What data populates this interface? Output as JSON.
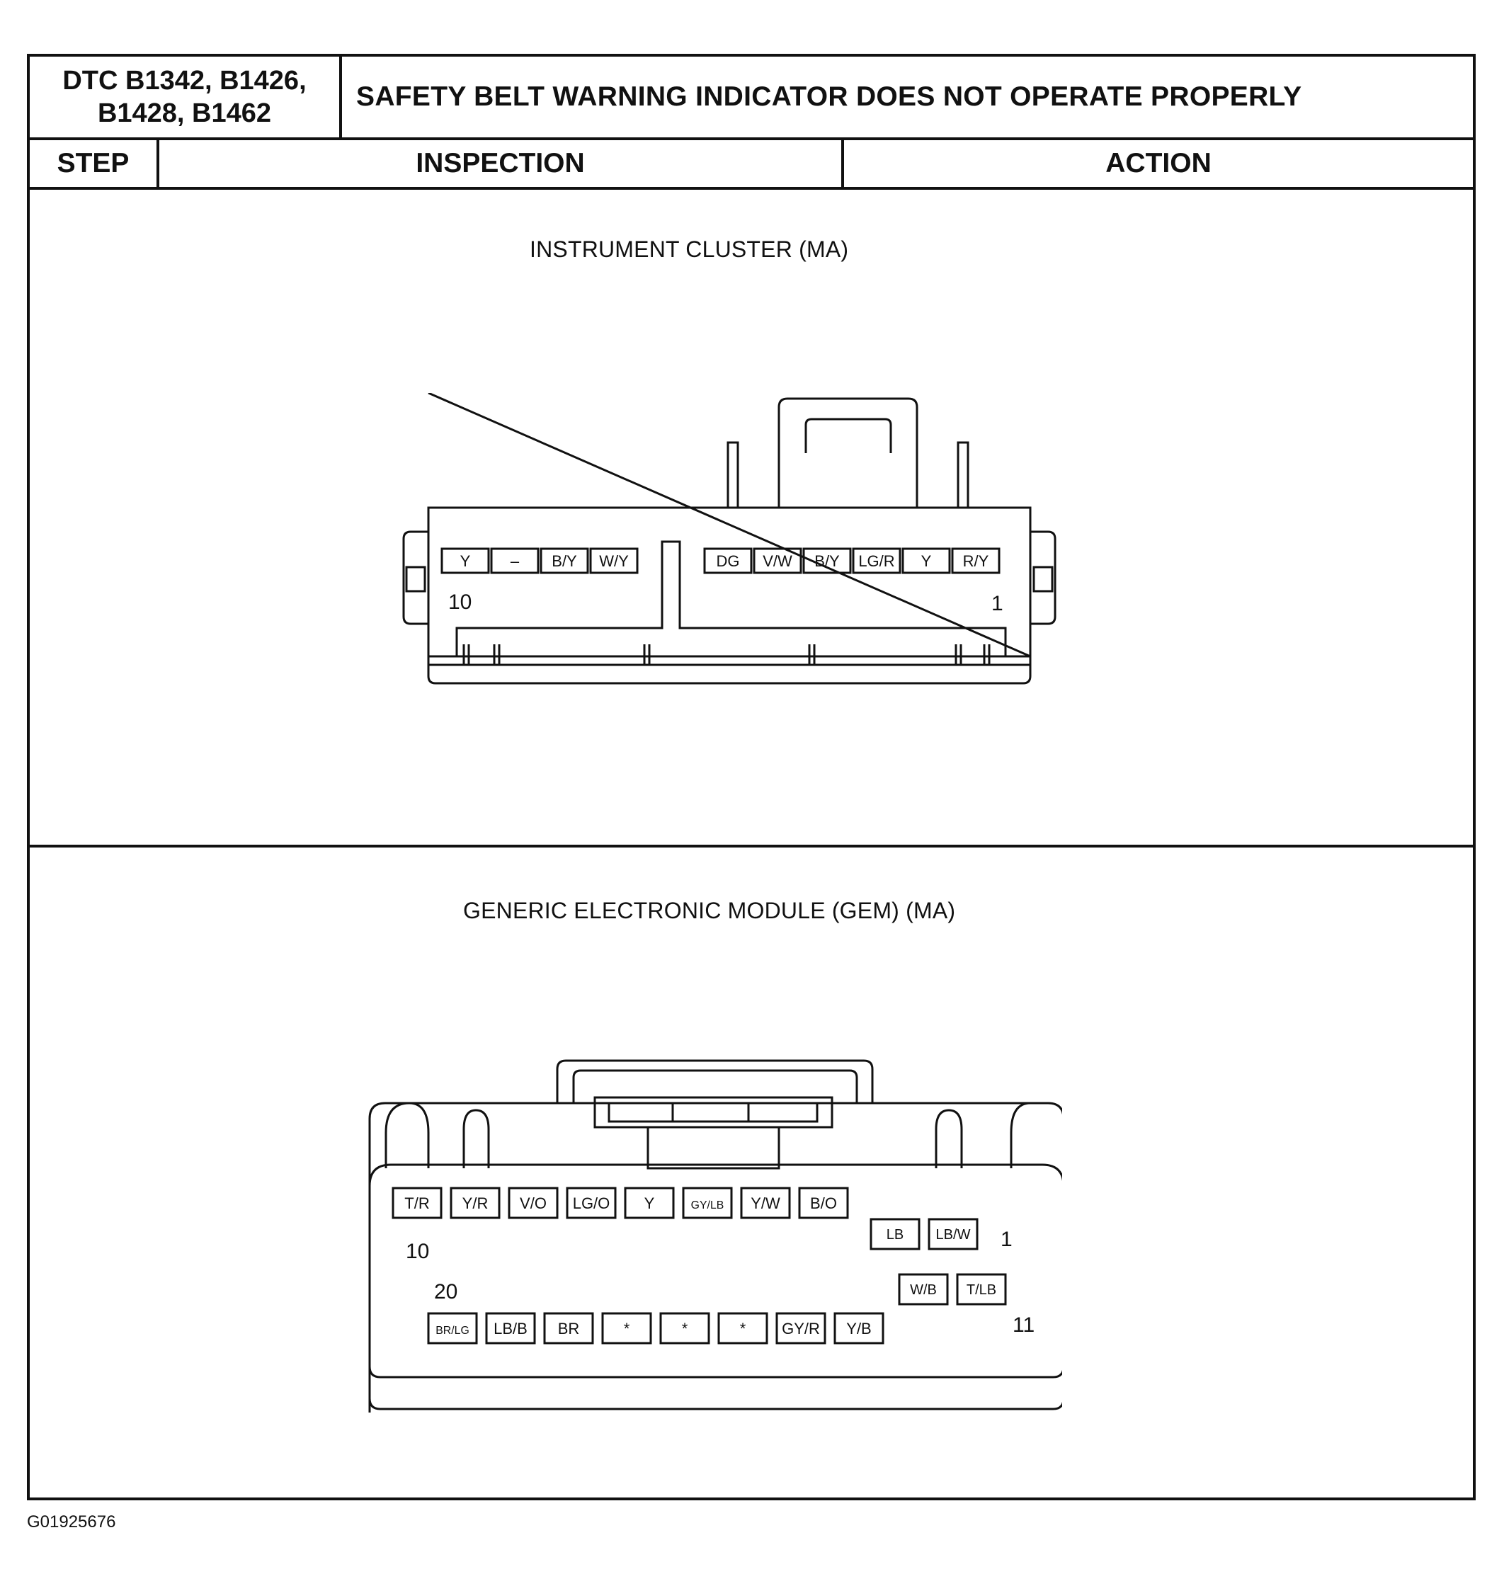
{
  "header": {
    "dtc_codes": "DTC B1342, B1426,\nB1428, B1462",
    "title": "SAFETY BELT WARNING INDICATOR DOES NOT OPERATE PROPERLY"
  },
  "columns": {
    "step": "STEP",
    "inspection": "INSPECTION",
    "action": "ACTION"
  },
  "instrument_cluster": {
    "caption": "INSTRUMENT CLUSTER (MA)",
    "pins_left": [
      "Y",
      "–",
      "B/Y",
      "W/Y"
    ],
    "pins_right": [
      "DG",
      "V/W",
      "B/Y",
      "LG/R",
      "Y",
      "R/Y"
    ],
    "pin_label_left": "10",
    "pin_label_right": "1"
  },
  "gem": {
    "caption": "GENERIC ELECTRONIC MODULE (GEM) (MA)",
    "top_row": [
      "T/R",
      "Y/R",
      "V/O",
      "LG/O",
      "Y",
      "GY/LB",
      "Y/W",
      "B/O"
    ],
    "top_right": [
      "LB",
      "LB/W"
    ],
    "bottom_right": [
      "W/B",
      "T/LB"
    ],
    "bottom_row": [
      "BR/LG",
      "LB/B",
      "BR",
      "*",
      "*",
      "*",
      "GY/R",
      "Y/B"
    ],
    "label_10": "10",
    "label_1": "1",
    "label_20": "20",
    "label_11": "11"
  },
  "figure_code": "G01925676"
}
